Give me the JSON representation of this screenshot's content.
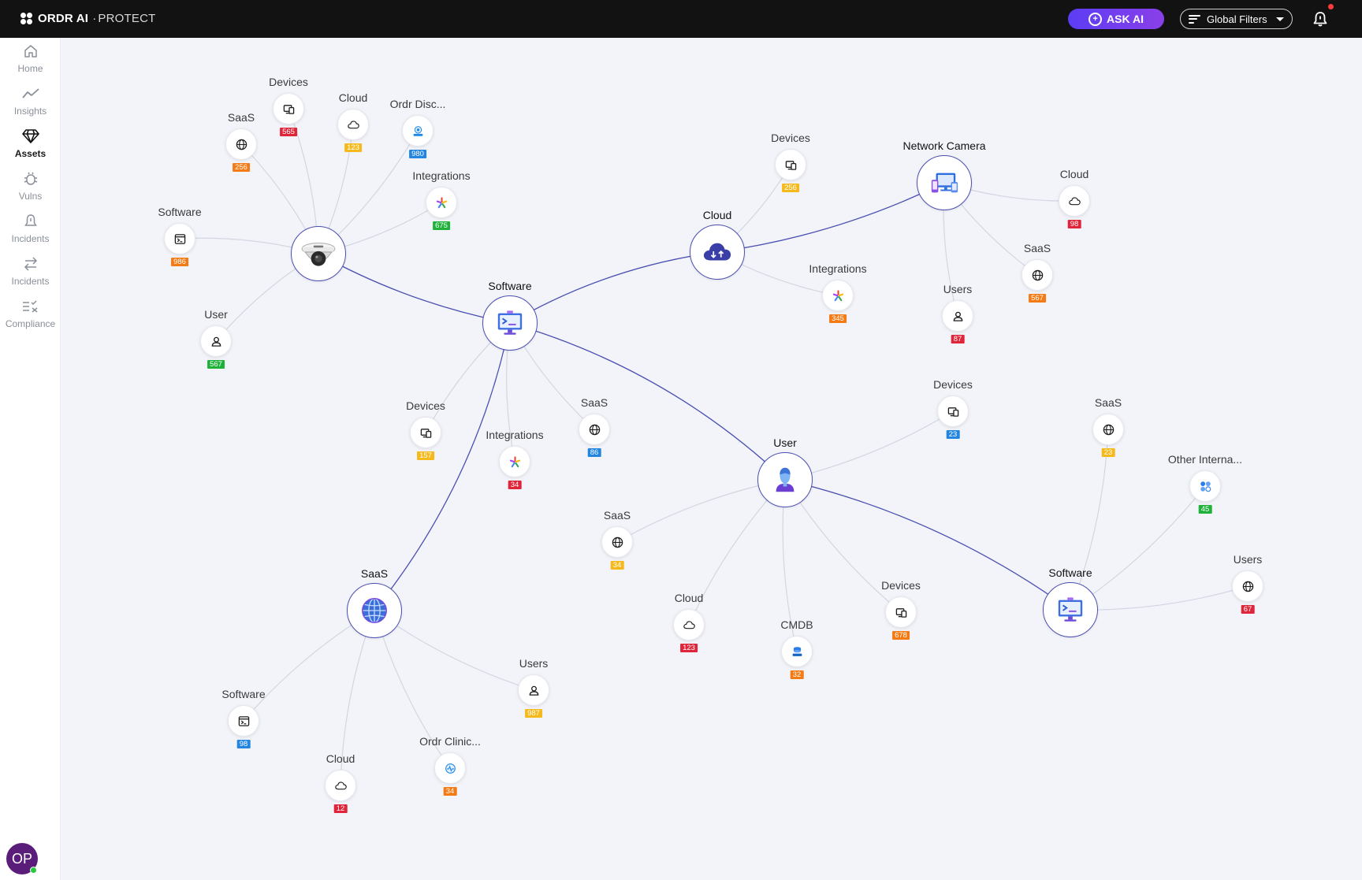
{
  "app": {
    "brand": "ORDR AI",
    "product": "PROTECT"
  },
  "header": {
    "ask_ai": "ASK AI",
    "global_filters": "Global Filters"
  },
  "sidebar": {
    "items": [
      {
        "label": "Home",
        "icon": "home-icon"
      },
      {
        "label": "Insights",
        "icon": "trend-icon"
      },
      {
        "label": "Assets",
        "icon": "diamond-icon",
        "active": true
      },
      {
        "label": "Vulns",
        "icon": "bug-icon"
      },
      {
        "label": "Incidents",
        "icon": "alert-bell-icon"
      },
      {
        "label": "Incidents",
        "icon": "swap-arrows-icon"
      },
      {
        "label": "Compliance",
        "icon": "checklist-icon"
      }
    ],
    "avatar": "OP"
  },
  "colors": {
    "red": "#e0243a",
    "orange": "#f47a13",
    "yellow": "#f5b91b",
    "green": "#1fb23a",
    "blue": "#2286e0",
    "edge_main": "#4b4fb0",
    "edge_leaf": "#d3d6e2",
    "brand_gradient_start": "#5b3df5",
    "brand_gradient_end": "#8a3fe8"
  },
  "graph": {
    "hubs": [
      {
        "id": "camera",
        "label": "",
        "icon": "security-camera-icon"
      },
      {
        "id": "software1",
        "label": "Software",
        "icon": "software-monitor-icon"
      },
      {
        "id": "cloud1",
        "label": "Cloud",
        "icon": "cloud-upload-icon"
      },
      {
        "id": "netcam",
        "label": "Network Camera",
        "icon": "network-devices-icon"
      },
      {
        "id": "user1",
        "label": "User",
        "icon": "user-figure-icon"
      },
      {
        "id": "saas1",
        "label": "SaaS",
        "icon": "globe-icon"
      },
      {
        "id": "software2",
        "label": "Software",
        "icon": "software-monitor-icon"
      }
    ],
    "leaves": [
      {
        "parent": "camera",
        "label": "Devices",
        "icon": "devices-icon",
        "count": "565",
        "color": "red"
      },
      {
        "parent": "camera",
        "label": "Cloud",
        "icon": "cloud-icon",
        "count": "123",
        "color": "yellow"
      },
      {
        "parent": "camera",
        "label": "Ordr Disc...",
        "icon": "ordr-discovery-icon",
        "count": "980",
        "color": "blue"
      },
      {
        "parent": "camera",
        "label": "SaaS",
        "icon": "globe-icon",
        "count": "256",
        "color": "orange"
      },
      {
        "parent": "camera",
        "label": "Integrations",
        "icon": "integrations-icon",
        "count": "675",
        "color": "green"
      },
      {
        "parent": "camera",
        "label": "Software",
        "icon": "terminal-icon",
        "count": "986",
        "color": "orange"
      },
      {
        "parent": "camera",
        "label": "User",
        "icon": "user-icon",
        "count": "567",
        "color": "green"
      },
      {
        "parent": "software1",
        "label": "Devices",
        "icon": "devices-icon",
        "count": "157",
        "color": "yellow"
      },
      {
        "parent": "software1",
        "label": "Integrations",
        "icon": "integrations-icon",
        "count": "34",
        "color": "red"
      },
      {
        "parent": "software1",
        "label": "SaaS",
        "icon": "globe-icon",
        "count": "86",
        "color": "blue"
      },
      {
        "parent": "cloud1",
        "label": "Devices",
        "icon": "devices-icon",
        "count": "256",
        "color": "yellow"
      },
      {
        "parent": "cloud1",
        "label": "Integrations",
        "icon": "integrations-icon",
        "count": "345",
        "color": "orange"
      },
      {
        "parent": "netcam",
        "label": "Cloud",
        "icon": "cloud-icon",
        "count": "98",
        "color": "red"
      },
      {
        "parent": "netcam",
        "label": "SaaS",
        "icon": "globe-icon",
        "count": "567",
        "color": "orange"
      },
      {
        "parent": "netcam",
        "label": "Users",
        "icon": "user-icon",
        "count": "87",
        "color": "red"
      },
      {
        "parent": "user1",
        "label": "Devices",
        "icon": "devices-icon",
        "count": "23",
        "color": "blue"
      },
      {
        "parent": "user1",
        "label": "SaaS",
        "icon": "globe-icon",
        "count": "34",
        "color": "yellow"
      },
      {
        "parent": "user1",
        "label": "Cloud",
        "icon": "cloud-icon",
        "count": "123",
        "color": "red"
      },
      {
        "parent": "user1",
        "label": "CMDB",
        "icon": "cmdb-icon",
        "count": "32",
        "color": "orange"
      },
      {
        "parent": "user1",
        "label": "Devices",
        "icon": "devices-icon",
        "count": "678",
        "color": "orange"
      },
      {
        "parent": "software2",
        "label": "SaaS",
        "icon": "globe-icon",
        "count": "23",
        "color": "yellow"
      },
      {
        "parent": "software2",
        "label": "Other Interna...",
        "icon": "other-internal-icon",
        "count": "45",
        "color": "green"
      },
      {
        "parent": "software2",
        "label": "Users",
        "icon": "globe-icon",
        "count": "67",
        "color": "red"
      },
      {
        "parent": "saas1",
        "label": "Users",
        "icon": "user-icon",
        "count": "987",
        "color": "yellow"
      },
      {
        "parent": "saas1",
        "label": "Software",
        "icon": "terminal-icon",
        "count": "98",
        "color": "blue"
      },
      {
        "parent": "saas1",
        "label": "Cloud",
        "icon": "cloud-icon",
        "count": "12",
        "color": "red"
      },
      {
        "parent": "saas1",
        "label": "Ordr Clinic...",
        "icon": "clinical-icon",
        "count": "34",
        "color": "orange"
      }
    ],
    "edges": [
      [
        "camera",
        "software1"
      ],
      [
        "software1",
        "cloud1"
      ],
      [
        "cloud1",
        "netcam"
      ],
      [
        "software1",
        "user1"
      ],
      [
        "software1",
        "saas1"
      ],
      [
        "user1",
        "software2"
      ]
    ]
  }
}
